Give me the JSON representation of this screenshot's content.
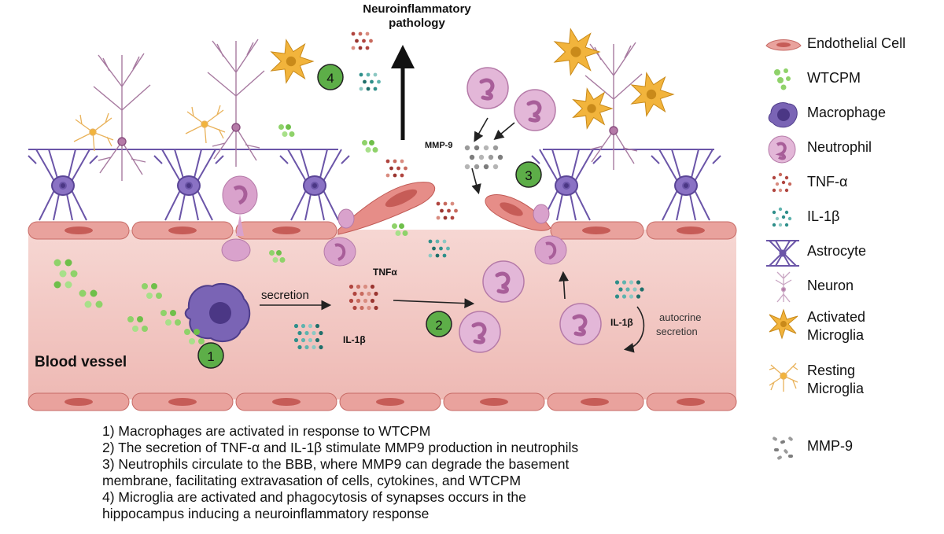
{
  "diagram": {
    "top_label": "Neuroinflammatory\npathology",
    "vessel_label": "Blood vessel",
    "labels": {
      "secretion": "secretion",
      "tnf": "TNFα",
      "il1b_left": "IL-1β",
      "il1b_right": "IL-1β",
      "mmp9": "MMP-9",
      "autocrine": "autocrine\nsecretion"
    },
    "step_badges": [
      "1",
      "2",
      "3",
      "4"
    ],
    "colors": {
      "vessel": "#f2c9c5",
      "endothelial": "#e68d88",
      "neutrophil": "#d9a2cc",
      "macrophage": "#7a64b5",
      "astrocyte": "#6b55a8",
      "microglia": "#f2b43c",
      "badge": "#5dae48",
      "wtcpm": "#8fd26a",
      "tnf": "#b0453f",
      "il1b": "#2f8f8a",
      "mmp9": "#9b9b9b"
    }
  },
  "legend": [
    {
      "icon": "endothelial-cell-icon",
      "label": "Endothelial Cell"
    },
    {
      "icon": "wtcpm-particles-icon",
      "label": "WTCPM"
    },
    {
      "icon": "macrophage-icon",
      "label": "Macrophage"
    },
    {
      "icon": "neutrophil-icon",
      "label": "Neutrophil"
    },
    {
      "icon": "tnf-alpha-icon",
      "label": "TNF-α"
    },
    {
      "icon": "il-1b-icon",
      "label": "IL-1β"
    },
    {
      "icon": "astrocyte-icon",
      "label": "Astrocyte"
    },
    {
      "icon": "neuron-icon",
      "label": "Neuron"
    },
    {
      "icon": "activated-microglia-icon",
      "label": "Activated\nMicroglia"
    },
    {
      "icon": "resting-microglia-icon",
      "label": "Resting\nMicroglia"
    },
    {
      "icon": "mmp-9-icon",
      "label": "MMP-9"
    }
  ],
  "notes": [
    "1) Macrophages are activated in response to WTCPM",
    "2) The secretion of TNF-α and IL-1β stimulate MMP9 production in neutrophils",
    "3) Neutrophils circulate to the BBB, where MMP9 can degrade the basement",
    "membrane, facilitating extravasation of cells, cytokines, and WTCPM",
    "4) Microglia are activated and phagocytosis of synapses occurs in the",
    "hippocampus inducing a neuroinflammatory response"
  ]
}
